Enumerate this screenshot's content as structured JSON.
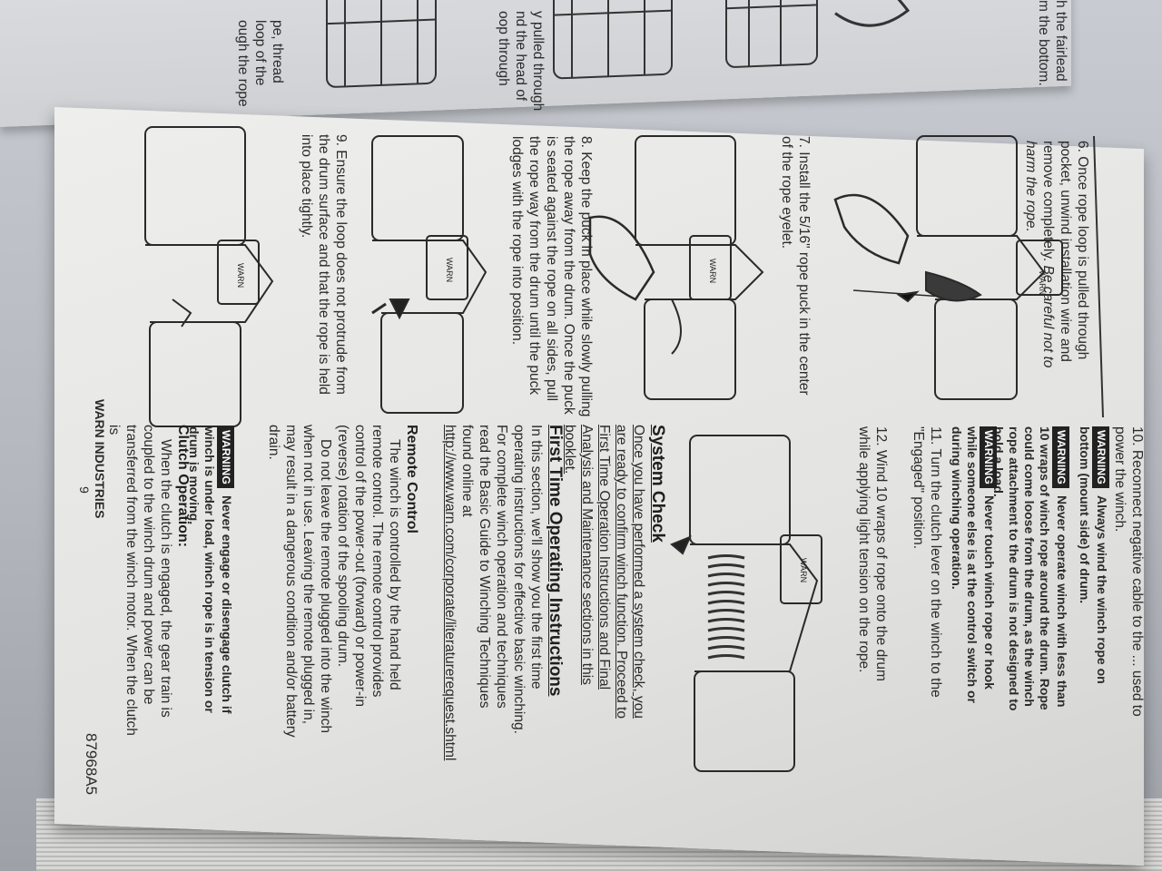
{
  "top_page": {
    "fragments": [
      "h the fairlead",
      "m the bottom.",
      "pe, thread",
      "loop of the",
      "ough the rope",
      "y pulled through",
      "nd the head of",
      "oop through"
    ]
  },
  "left_column": {
    "step6": {
      "number": "6.",
      "text": "Once rope loop is pulled through pocket, unwind installation wire and remove completely.",
      "caution": "Be careful not to harm the rope."
    },
    "step7": {
      "number": "7.",
      "text": "Install the 5/16\" rope puck in the center of the rope eyelet."
    },
    "step8": {
      "number": "8.",
      "text": "Keep the puck in place while slowly pulling the rope away from the drum. Once the puck is seated against the rope on all sides, pull the rope way from the drum until the puck lodges with the rope into position."
    },
    "step9": {
      "number": "9.",
      "text": "Ensure the loop does not protrude from the drum surface and that the rope is held into place tightly."
    },
    "footer_brand": "WARN INDUSTRIES",
    "page_number": "9"
  },
  "right_column": {
    "step10": {
      "number": "10.",
      "text": "Reconnect negative cable to the ... used to power the winch."
    },
    "warning1": {
      "badge": "WARNING",
      "text": "Always wind the winch rope on bottom (mount side) of drum."
    },
    "warning2": {
      "badge": "WARNING",
      "text": "Never operate winch with less than 10 wraps of winch rope around the drum. Rope could come loose from the drum, as the winch rope attachment to the drum is not designed to hold a load."
    },
    "warning3": {
      "badge": "WARNING",
      "text": "Never touch winch rope or hook while someone else is at the control switch or during winching operation."
    },
    "step11": {
      "number": "11.",
      "text": "Turn the clutch lever on the winch to the \"Engaged\" position."
    },
    "step12": {
      "number": "12.",
      "text": "Wind 10 wraps of rope onto the drum while applying light tension on the rope."
    },
    "system_check": {
      "heading": "System Check",
      "text": "Once you have performed a system check, you are ready to confirm winch function. Proceed to First Time Operation Instructions and Final Analysis and Maintenance sections in this booklet."
    },
    "first_time": {
      "heading": "First Time Operating Instructions",
      "text": "In this section, we'll show you the first time operating instructions for effective basic winching. For complete winch operation and techniques read the Basic Guide to Winching Techniques found online at",
      "link": "http://www.warn.com/corporate/literaturerequest.shtml"
    },
    "remote_control": {
      "heading": "Remote Control",
      "text1": "The winch is controlled by the hand held remote control. The remote control provides control of the power-out (forward) or power-in (reverse) rotation of the spooling drum.",
      "text2": "Do not leave the remote plugged into the winch when not in use. Leaving the remote plugged in, may result in a dangerous condition and/or battery drain."
    },
    "warning4": {
      "badge": "WARNING",
      "text": "Never engage or disengage clutch if winch is under load, winch rope is in tension or drum is moving."
    },
    "clutch": {
      "heading": "Clutch Operation:",
      "text": "When the clutch is engaged, the gear train is coupled to the winch drum and power can be transferred from the winch motor. When the clutch is"
    },
    "doc_code": "87968A5"
  },
  "illustrations": {
    "logo_text": "WARN"
  }
}
